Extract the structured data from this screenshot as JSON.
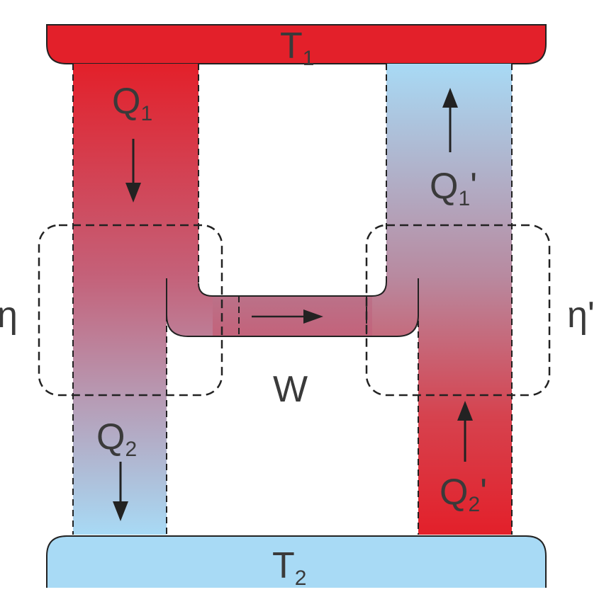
{
  "colors": {
    "hot": "#e3202a",
    "cold": "#a8daf5",
    "mix": "#c07d92",
    "outline": "#222222",
    "text": "#3a3a3a"
  },
  "reservoirs": {
    "hot": {
      "label": "T",
      "sub": "1"
    },
    "cold": {
      "label": "T",
      "sub": "2"
    }
  },
  "heat_flows": {
    "q1": {
      "label": "Q",
      "sub": "1",
      "prime": ""
    },
    "q2": {
      "label": "Q",
      "sub": "2",
      "prime": ""
    },
    "q1p": {
      "label": "Q",
      "sub": "1",
      "prime": "'"
    },
    "q2p": {
      "label": "Q",
      "sub": "2",
      "prime": "'"
    }
  },
  "engines": {
    "left": {
      "label": "η"
    },
    "right": {
      "label": "η'"
    }
  },
  "work": {
    "label": "W"
  },
  "icons": [
    "arrow-down-icon",
    "arrow-up-icon",
    "arrow-right-icon"
  ]
}
